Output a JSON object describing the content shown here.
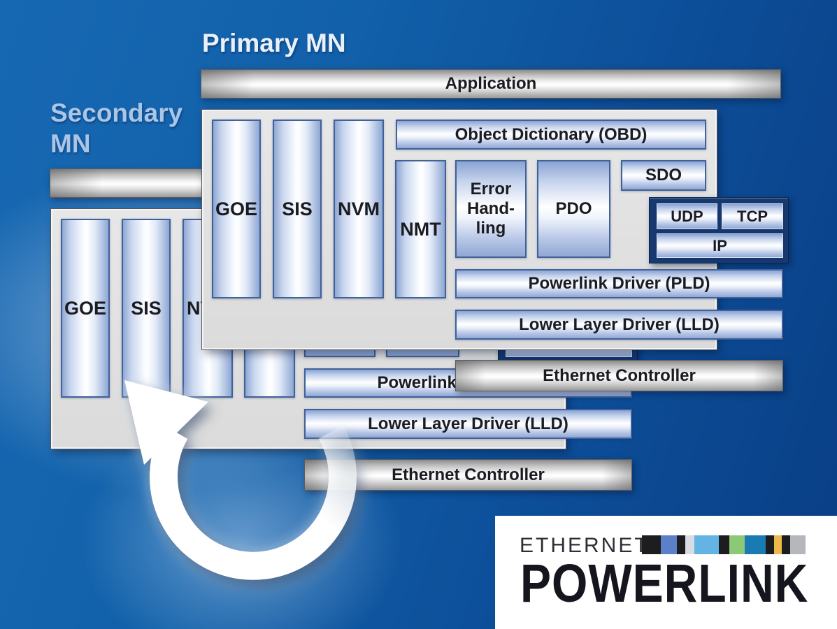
{
  "titles": {
    "primary": "Primary MN",
    "secondary": "Secondary MN"
  },
  "stack": {
    "application": "Application",
    "obd": "Object Dictionary (OBD)",
    "goe": "GOE",
    "sis": "SIS",
    "nvm": "NVM",
    "nmt": "NMT",
    "error_lines": [
      "Error",
      "Hand-",
      "ling"
    ],
    "pdo": "PDO",
    "sdo": "SDO",
    "udp": "UDP",
    "tcp": "TCP",
    "ip": "IP",
    "pld": "Powerlink Driver (PLD)",
    "lld": "Lower Layer Driver (LLD)",
    "ethernet_controller": "Ethernet Controller"
  },
  "logo": {
    "line1": "ETHERNET",
    "line2": "POWERLINK",
    "strip": [
      {
        "color": "#1d1d1f",
        "w": 27
      },
      {
        "color": "#5b80c9",
        "w": 23
      },
      {
        "color": "#1d1d1f",
        "w": 12
      },
      {
        "color": "#d8dce0",
        "w": 13
      },
      {
        "color": "#62b4e4",
        "w": 35
      },
      {
        "color": "#1d1d1f",
        "w": 15
      },
      {
        "color": "#8cc878",
        "w": 22
      },
      {
        "color": "#1a7ab4",
        "w": 30
      },
      {
        "color": "#1d1d1f",
        "w": 12
      },
      {
        "color": "#edb84a",
        "w": 11
      },
      {
        "color": "#1d1d1f",
        "w": 12
      },
      {
        "color": "#b4b8bc",
        "w": 22
      }
    ]
  },
  "colors": {
    "background_top": "#1768b3",
    "background_bottom": "#093e84",
    "block_border": "#40619a",
    "navy_group_bg": "#16396f",
    "primary_title": "#e9f0fa",
    "secondary_title": "#a9c6e7",
    "arrow": "#ffffff"
  }
}
